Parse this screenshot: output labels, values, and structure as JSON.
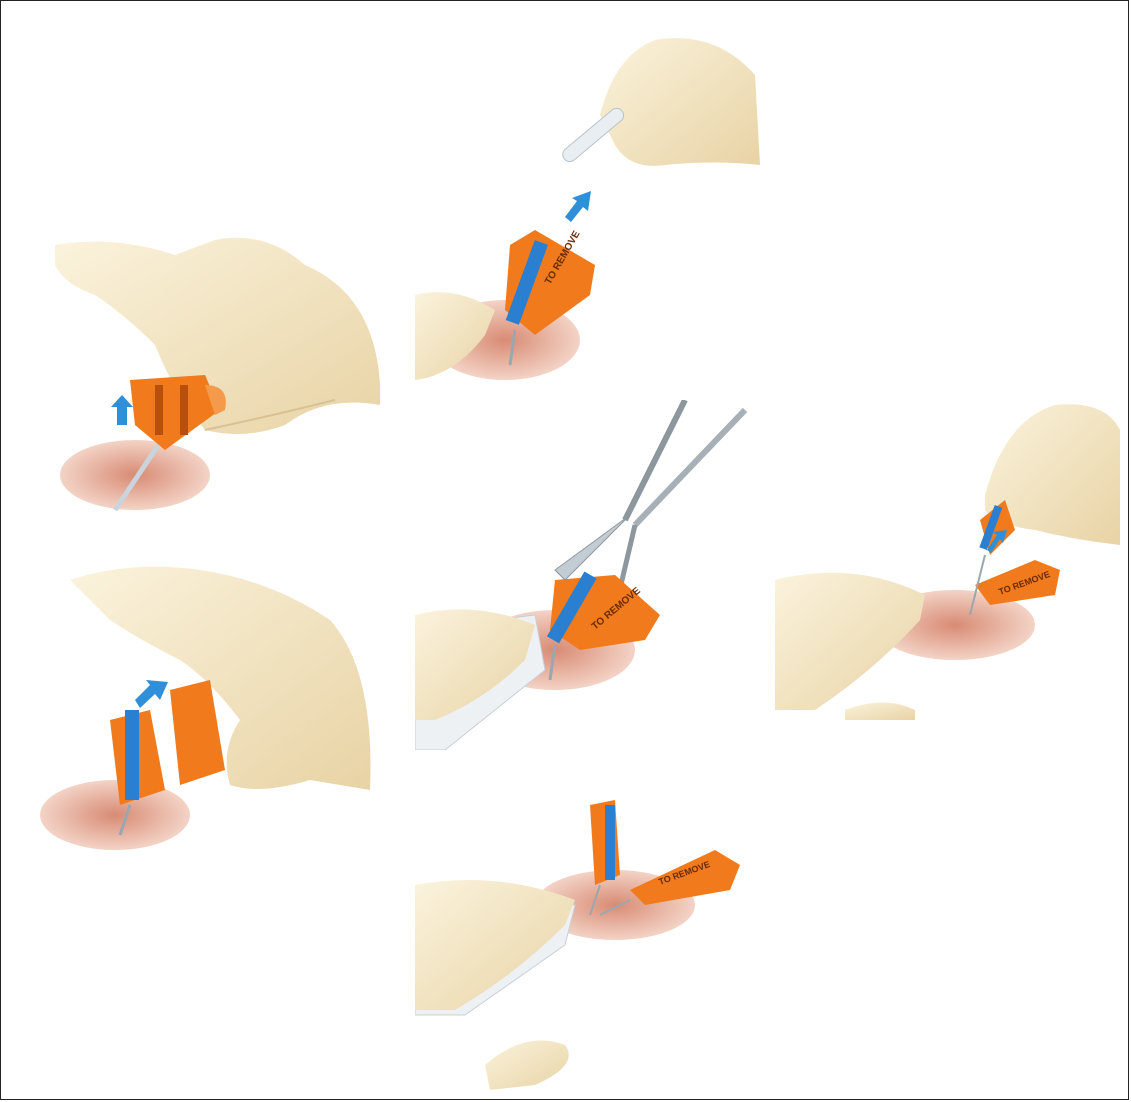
{
  "figure": {
    "panels": [
      {
        "id": "panel-1",
        "depicts": "fingers-lifting-device-tab",
        "device_text": ""
      },
      {
        "id": "panel-2",
        "depicts": "forceps-pulling-catheter",
        "device_text": "TO REMOVE"
      },
      {
        "id": "panel-3",
        "depicts": "tab-folded-up",
        "device_text": ""
      },
      {
        "id": "panel-4",
        "depicts": "scissors-cutting-device",
        "device_text": "TO REMOVE"
      },
      {
        "id": "panel-5",
        "depicts": "lifting-cut-section",
        "device_text": "TO REMOVE"
      },
      {
        "id": "panel-6",
        "depicts": "device-halves-separated",
        "device_text": "TO REMOVE"
      }
    ]
  },
  "colors": {
    "device_orange": "#f07a1c",
    "device_blue": "#2a7fd0",
    "glove": "#f2e1b8",
    "skin_patch": "#e2a48f",
    "arrow_blue": "#2f8fd8"
  }
}
